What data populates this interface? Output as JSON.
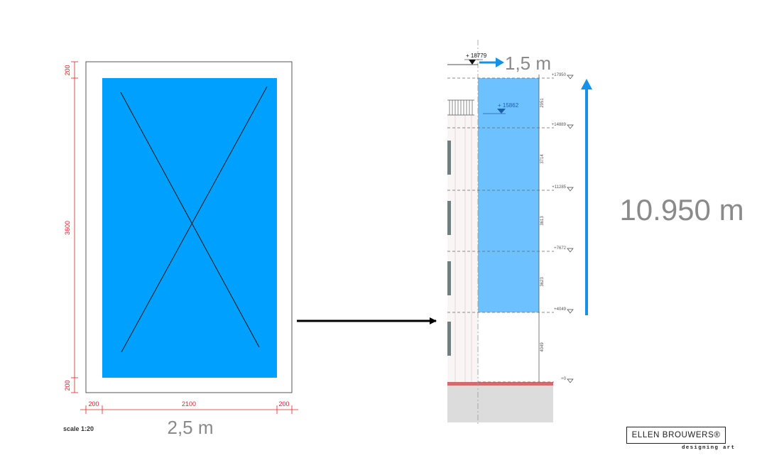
{
  "plan": {
    "dims_top": "200",
    "dims_middle": "3600",
    "dims_bottom": "200",
    "dims_left": "200",
    "dims_center": "2100",
    "dims_right": "200",
    "scale": "scale 1:20",
    "width_label": "2,5 m",
    "fill_color": "#00a0ff"
  },
  "elevation": {
    "top_level": "+ 18779",
    "offset_label": "1,5 m",
    "inner_level": "+ 15862",
    "levels": [
      "+17950",
      "+14889",
      "+11285",
      "+7672",
      "+4049",
      "+0"
    ],
    "segments": [
      "2951",
      "3714",
      "3613",
      "3623",
      "4049"
    ],
    "height_label": "10.950 m",
    "fill_color": "#6ec1ff"
  },
  "logo": {
    "name": "ELLEN BROUWERS®",
    "tagline": "designing art"
  }
}
